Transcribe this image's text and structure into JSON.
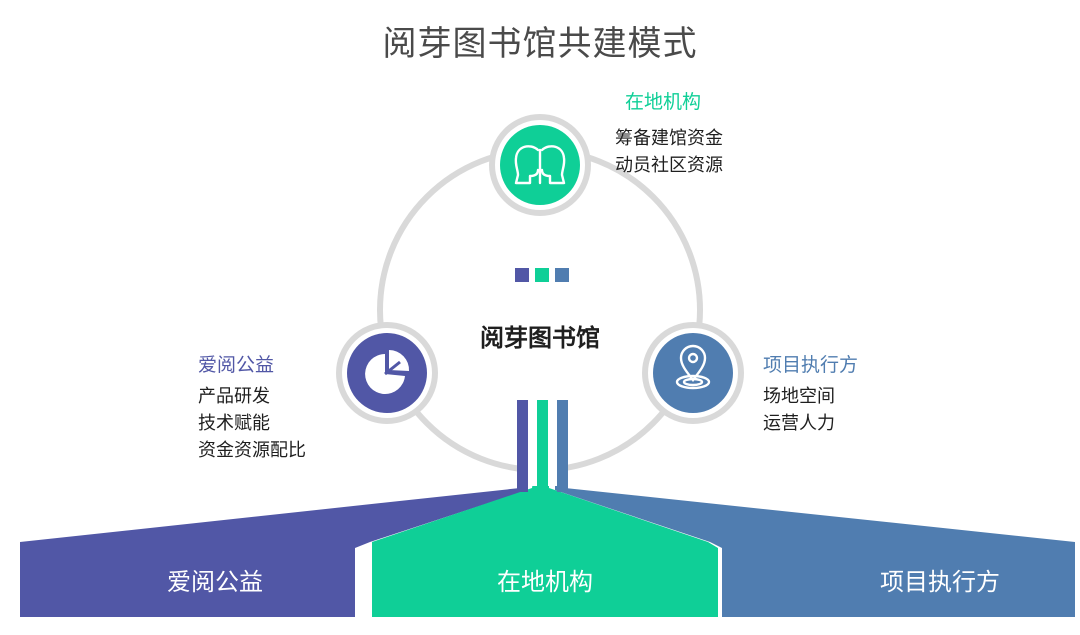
{
  "title": "阅芽图书馆共建模式",
  "center": {
    "label": "阅芽图书馆"
  },
  "colors": {
    "purple": "#5157a6",
    "green": "#0fcf97",
    "blue": "#507db0",
    "ring": "#d9d9d9",
    "title": "#4a4a4a",
    "text": "#1f1f1f"
  },
  "nodes": {
    "top": {
      "name": "在地机构",
      "lines": [
        "筹备建馆资金",
        "动员社区资源"
      ],
      "icon": "two-heads-icon",
      "color": "#0fcf97"
    },
    "left": {
      "name": "爱阅公益",
      "lines": [
        "产品研发",
        "技术赋能",
        "资金资源配比"
      ],
      "icon": "pie-chart-icon",
      "color": "#5157a6"
    },
    "right": {
      "name": "项目执行方",
      "lines": [
        "场地空间",
        "运营人力"
      ],
      "icon": "location-pin-icon",
      "color": "#507db0"
    }
  },
  "bands": [
    {
      "label": "爱阅公益",
      "color": "#5157a6"
    },
    {
      "label": "在地机构",
      "color": "#0fcf97"
    },
    {
      "label": "项目执行方",
      "color": "#507db0"
    }
  ]
}
